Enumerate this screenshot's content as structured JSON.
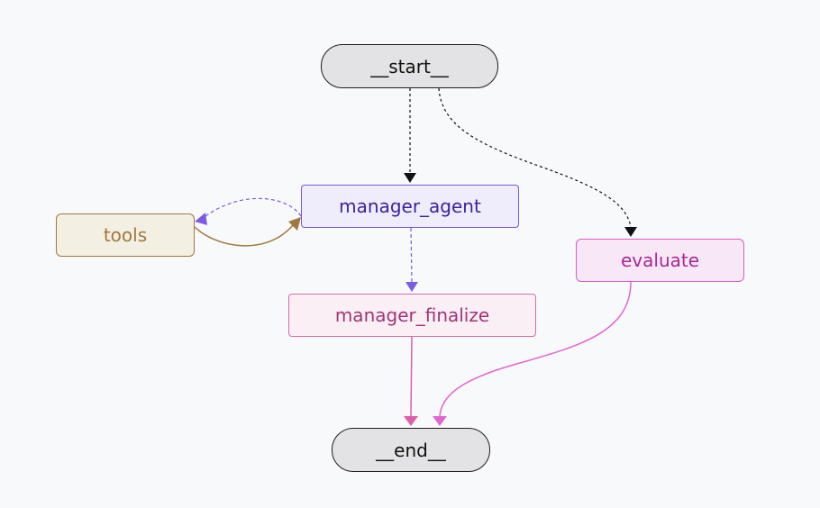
{
  "nodes": {
    "start": {
      "label": "__start__"
    },
    "manager_agent": {
      "label": "manager_agent"
    },
    "tools": {
      "label": "tools"
    },
    "manager_finalize": {
      "label": "manager_finalize"
    },
    "evaluate": {
      "label": "evaluate"
    },
    "end": {
      "label": "__end__"
    }
  },
  "edges": [
    {
      "from": "__start__",
      "to": "manager_agent",
      "style": "dashed",
      "color": "#111111"
    },
    {
      "from": "__start__",
      "to": "evaluate",
      "style": "dashed",
      "color": "#111111"
    },
    {
      "from": "manager_agent",
      "to": "tools",
      "style": "dashed",
      "color": "#7b5ce3"
    },
    {
      "from": "tools",
      "to": "manager_agent",
      "style": "solid",
      "color": "#a0793d"
    },
    {
      "from": "manager_agent",
      "to": "manager_finalize",
      "style": "dashed",
      "color": "#7b5ce3"
    },
    {
      "from": "manager_finalize",
      "to": "__end__",
      "style": "solid",
      "color": "#dc5fa8"
    },
    {
      "from": "evaluate",
      "to": "__end__",
      "style": "solid",
      "color": "#e066d0"
    }
  ]
}
